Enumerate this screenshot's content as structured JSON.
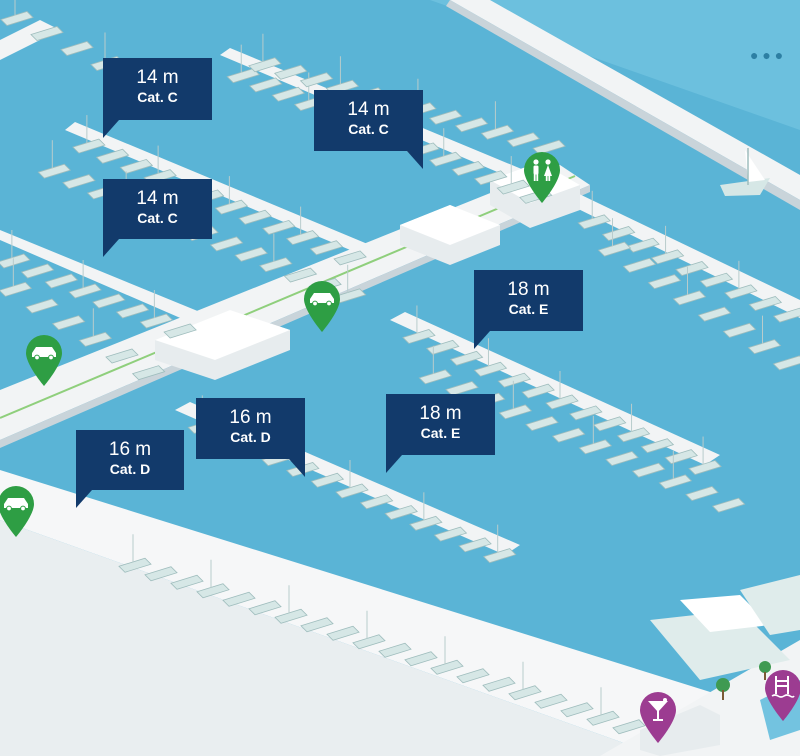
{
  "colors": {
    "water": "#5ab4d6",
    "water_light": "#73c3e0",
    "pier": "#f2f4f5",
    "pier_shadow": "#c9d4da",
    "boat": "#d6e7e6",
    "boat_shadow": "#9fbdbd",
    "callout_bg": "#123a6b",
    "pin_green": "#2e9e44",
    "pin_purple": "#9c3c91",
    "grass": "#8fcf7c"
  },
  "berth_labels": [
    {
      "length": "14 m",
      "category": "Cat. C"
    },
    {
      "length": "14 m",
      "category": "Cat. C"
    },
    {
      "length": "14 m",
      "category": "Cat. C"
    },
    {
      "length": "18 m",
      "category": "Cat. E"
    },
    {
      "length": "16 m",
      "category": "Cat. D"
    },
    {
      "length": "18 m",
      "category": "Cat. E"
    },
    {
      "length": "16 m",
      "category": "Cat. D"
    }
  ],
  "pins": [
    {
      "kind": "toilets",
      "icon": "toilets-icon",
      "color": "#2e9e44"
    },
    {
      "kind": "parking",
      "icon": "car-icon",
      "color": "#2e9e44"
    },
    {
      "kind": "parking",
      "icon": "car-icon",
      "color": "#2e9e44"
    },
    {
      "kind": "parking",
      "icon": "car-icon",
      "color": "#2e9e44"
    },
    {
      "kind": "bar",
      "icon": "cocktail-icon",
      "color": "#9c3c91"
    },
    {
      "kind": "pool",
      "icon": "pool-ladder-icon",
      "color": "#9c3c91"
    }
  ]
}
